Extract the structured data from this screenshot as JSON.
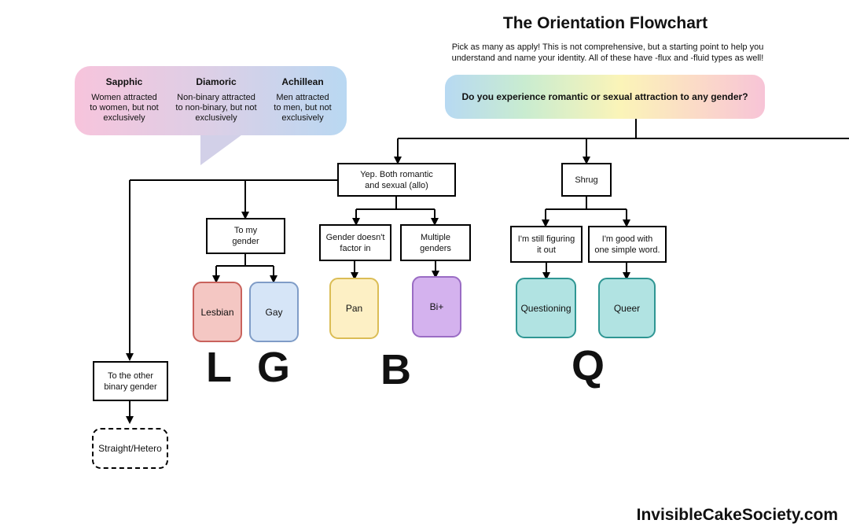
{
  "header": {
    "title": "The Orientation Flowchart",
    "subtitle_line1": "Pick as many as apply! This is not comprehensive, but a starting point to help you",
    "subtitle_line2": "understand and name your identity. All of these have -flux and -fluid types as well!"
  },
  "question": "Do you experience romantic or sexual attraction to any gender?",
  "bubble": {
    "sapphic": {
      "title": "Sapphic",
      "line1": "Women attracted",
      "line2": "to women, but not",
      "line3": "exclusively"
    },
    "diamoric": {
      "title": "Diamoric",
      "line1": "Non-binary attracted",
      "line2": "to non-binary, but not",
      "line3": "exclusively"
    },
    "achillean": {
      "title": "Achillean",
      "line1": "Men attracted",
      "line2": "to men, but not",
      "line3": "exclusively"
    }
  },
  "nodes": {
    "allo": {
      "line1": "Yep. Both romantic",
      "line2": "and sexual (allo)"
    },
    "shrug": "Shrug",
    "my_gender": {
      "line1": "To my",
      "line2": "gender"
    },
    "no_factor": {
      "line1": "Gender doesn't",
      "line2": "factor in"
    },
    "multiple": {
      "line1": "Multiple",
      "line2": "genders"
    },
    "figuring": {
      "line1": "I'm still figuring",
      "line2": "it out"
    },
    "simple_word": {
      "line1": "I'm good with",
      "line2": "one simple word."
    },
    "other_binary": {
      "line1": "To the other",
      "line2": "binary gender"
    }
  },
  "terms": {
    "lesbian": "Lesbian",
    "gay": "Gay",
    "pan": "Pan",
    "bi": "Bi+",
    "questioning": "Questioning",
    "queer": "Queer",
    "straight": "Straight/Hetero"
  },
  "letters": {
    "l": "L",
    "g": "G",
    "b": "B",
    "q": "Q"
  },
  "footer": {
    "site": "InvisibleCakeSociety.com"
  },
  "colors": {
    "lesbian_fill": "#f4c7c3",
    "gay_fill": "#d6e5f7",
    "pan_fill": "#fdf0c5",
    "bi_fill": "#d4b2ee",
    "q_fill": "#b1e3e2"
  }
}
